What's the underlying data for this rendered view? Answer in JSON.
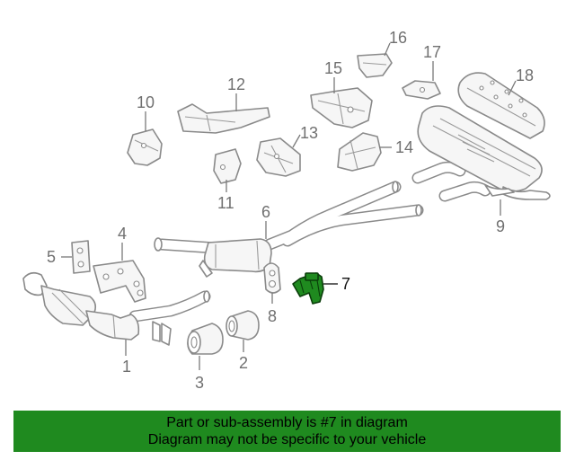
{
  "diagram": {
    "callouts": [
      {
        "id": "1",
        "label": "1"
      },
      {
        "id": "2",
        "label": "2"
      },
      {
        "id": "3",
        "label": "3"
      },
      {
        "id": "4",
        "label": "4"
      },
      {
        "id": "5",
        "label": "5"
      },
      {
        "id": "6",
        "label": "6"
      },
      {
        "id": "7",
        "label": "7"
      },
      {
        "id": "8",
        "label": "8"
      },
      {
        "id": "9",
        "label": "9"
      },
      {
        "id": "10",
        "label": "10"
      },
      {
        "id": "11",
        "label": "11"
      },
      {
        "id": "12",
        "label": "12"
      },
      {
        "id": "13",
        "label": "13"
      },
      {
        "id": "14",
        "label": "14"
      },
      {
        "id": "15",
        "label": "15"
      },
      {
        "id": "16",
        "label": "16"
      },
      {
        "id": "17",
        "label": "17"
      },
      {
        "id": "18",
        "label": "18"
      }
    ],
    "highlighted_part": "7",
    "highlight_color": "#1f8a1f",
    "line_color": "#8a8a8a"
  },
  "banner": {
    "line1": "Part or sub-assembly is #7 in diagram",
    "line2": "Diagram may not be specific to your vehicle",
    "background": "#1f8a1f"
  }
}
